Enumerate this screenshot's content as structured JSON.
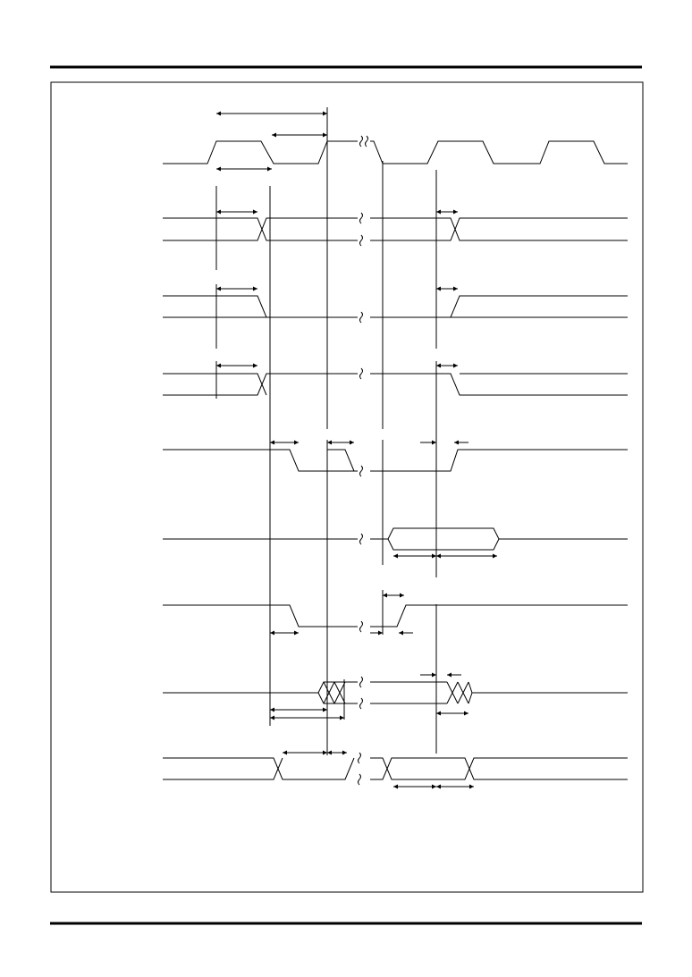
{
  "diagram": {
    "type": "timing-diagram",
    "line_color": "#000000",
    "background": "#ffffff",
    "signal_rows": [
      {
        "id": "row-1",
        "kind": "clock"
      },
      {
        "id": "row-2",
        "kind": "bus"
      },
      {
        "id": "row-3",
        "kind": "bus"
      },
      {
        "id": "row-4",
        "kind": "bus"
      },
      {
        "id": "row-5",
        "kind": "strobe"
      },
      {
        "id": "row-6",
        "kind": "bus-window"
      },
      {
        "id": "row-7",
        "kind": "strobe"
      },
      {
        "id": "row-8",
        "kind": "data"
      },
      {
        "id": "row-9",
        "kind": "bus"
      }
    ]
  }
}
